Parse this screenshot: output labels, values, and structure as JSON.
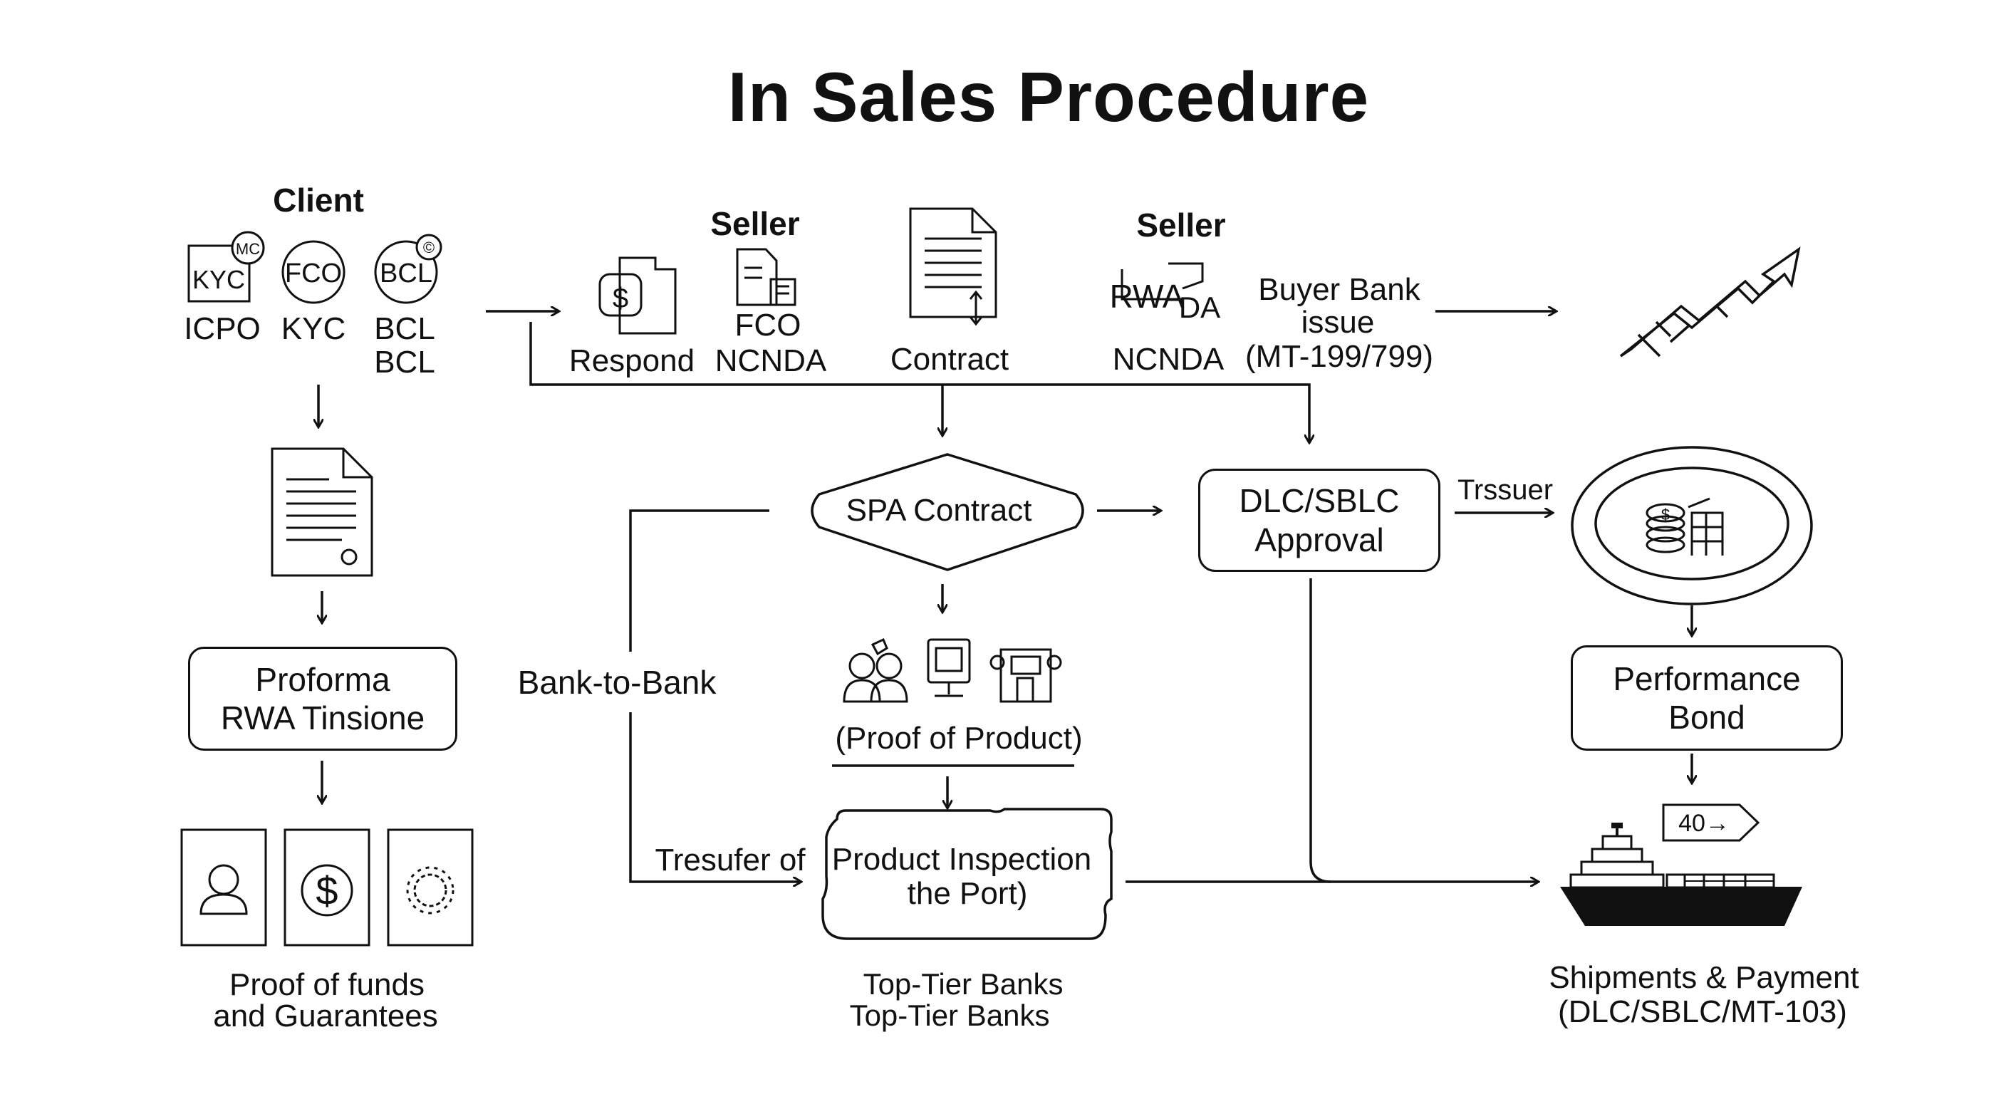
{
  "title": "In Sales Procedure",
  "client": {
    "header": "Client",
    "icons": [
      {
        "name": "kyc-document-icon",
        "text": "KYC",
        "badge": "MC"
      },
      {
        "name": "fco-circle-icon",
        "text": "FCO"
      },
      {
        "name": "bcl-circle-icon",
        "text": "BCL",
        "badge": "©"
      }
    ],
    "labels": [
      "ICPO",
      "KYC",
      "BCL",
      "BCL"
    ]
  },
  "seller_left": {
    "header": "Seller",
    "respond": "Respond",
    "fco": "FCO",
    "ncnda": "NCNDA"
  },
  "contract": {
    "label": "Contract"
  },
  "seller_right": {
    "header": "Seller",
    "icon_text_1": "RWA",
    "icon_text_2": "DA",
    "ncnda": "NCNDA"
  },
  "buyer_bank": [
    "Buyer Bank",
    "issue",
    "(MT-199/799)"
  ],
  "proforma": [
    "Proforma",
    "RWA Tinsione"
  ],
  "proof_of_funds": [
    "Proof of funds",
    "and Guarantees"
  ],
  "bank_to_bank": "Bank-to-Bank",
  "spa_contract": "SPA Contract",
  "proof_of_product": "(Proof of Product)",
  "transfer_label": "Tresufer of",
  "product_inspection": [
    "Product Inspection",
    "the Port)"
  ],
  "top_tier_banks": [
    "Top-Tier Banks",
    "Top-Tier Banks"
  ],
  "dlc_approval": [
    "DLC/SBLC",
    "Approval"
  ],
  "issuer_label": "Trssuer",
  "performance_bond": [
    "Performance",
    "Bond"
  ],
  "tag_40": "40→",
  "shipments": [
    "Shipments & Payment",
    "(DLC/SBLC/MT-103)"
  ]
}
